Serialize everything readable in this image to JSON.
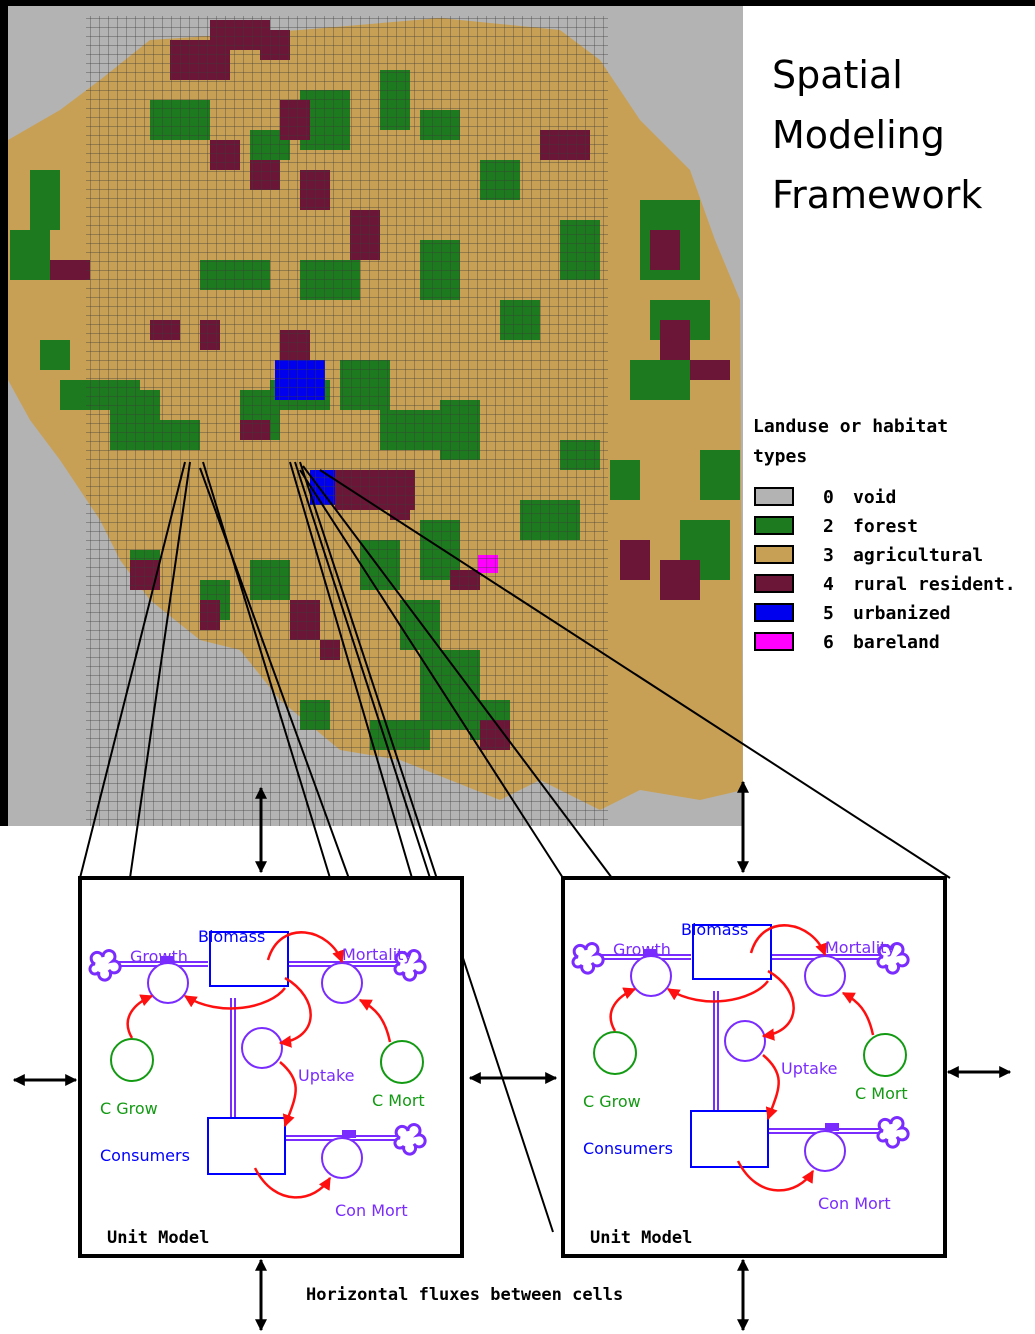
{
  "title": {
    "line1": "Spatial",
    "line2": "Modeling",
    "line3": "Framework"
  },
  "legend": {
    "heading_line1": "Landuse or habitat",
    "heading_line2": "types",
    "items": [
      {
        "code": "0",
        "label": "void",
        "color": "#b3b3b3"
      },
      {
        "code": "2",
        "label": "forest",
        "color": "#1e7a1e"
      },
      {
        "code": "3",
        "label": "agricultural",
        "color": "#c8a055"
      },
      {
        "code": "4",
        "label": "rural resident.",
        "color": "#6b1636"
      },
      {
        "code": "5",
        "label": "urbanized",
        "color": "#0000ee"
      },
      {
        "code": "6",
        "label": "bareland",
        "color": "#ff00ff"
      }
    ]
  },
  "unit_model": {
    "stock_biomass": "Biomass",
    "stock_consumers": "Consumers",
    "flow_growth": "Growth",
    "flow_mortality": "Mortality",
    "flow_uptake": "Uptake",
    "flow_con_mort": "Con Mort",
    "conv_c_grow": "C Grow",
    "conv_c_mort": "C Mort",
    "caption": "Unit Model"
  },
  "caption": "Horizontal fluxes between cells",
  "colors": {
    "void": "#b3b3b3",
    "forest": "#1e7a1e",
    "agricultural": "#c8a055",
    "rural": "#6b1636",
    "urban": "#0000ee",
    "bare": "#ff00ff",
    "stock_line": "#0000ff",
    "flow_line": "#7a2cff",
    "link": "#ff1010",
    "converter_green": "#139a13"
  }
}
